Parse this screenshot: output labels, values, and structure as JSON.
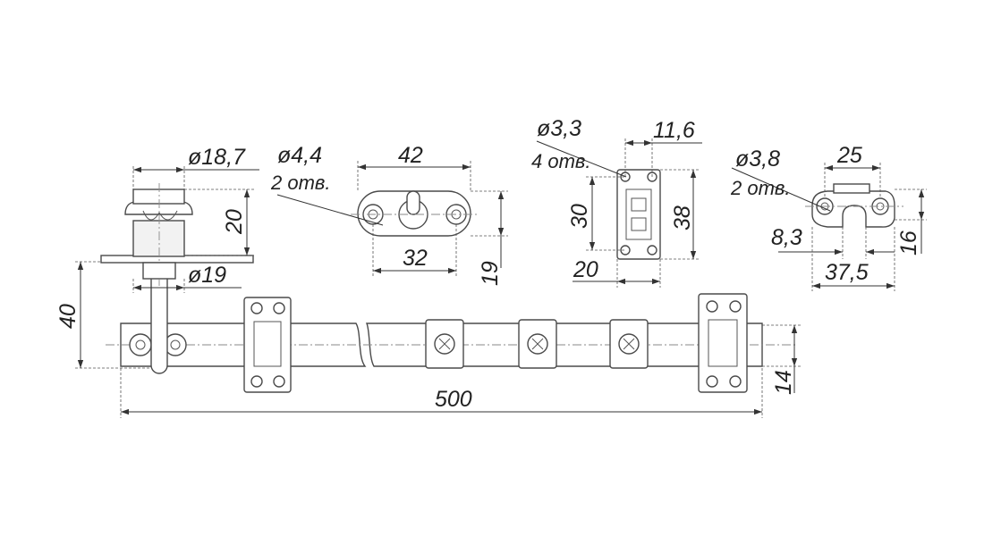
{
  "labels": {
    "knob_diameter": "ø18,7",
    "knob_height": "20",
    "base_diameter": "ø19",
    "rod_offset": "40",
    "overall_length": "500",
    "rod_width": "14",
    "guide_hole_diameter": "ø4,4",
    "guide_hole_count": "2 отв.",
    "guide_length": "42",
    "guide_hole_spacing": "32",
    "guide_height": "19",
    "plate_hole_diameter": "ø3,3",
    "plate_hole_count": "4 отв.",
    "plate_slot_width": "11,6",
    "plate_hole_spacing_v": "30",
    "plate_height": "38",
    "plate_width": "20",
    "strike_hole_diameter": "ø3,8",
    "strike_hole_count": "2 отв.",
    "strike_width": "25",
    "strike_slot": "8,3",
    "strike_length": "37,5",
    "strike_height": "16"
  }
}
